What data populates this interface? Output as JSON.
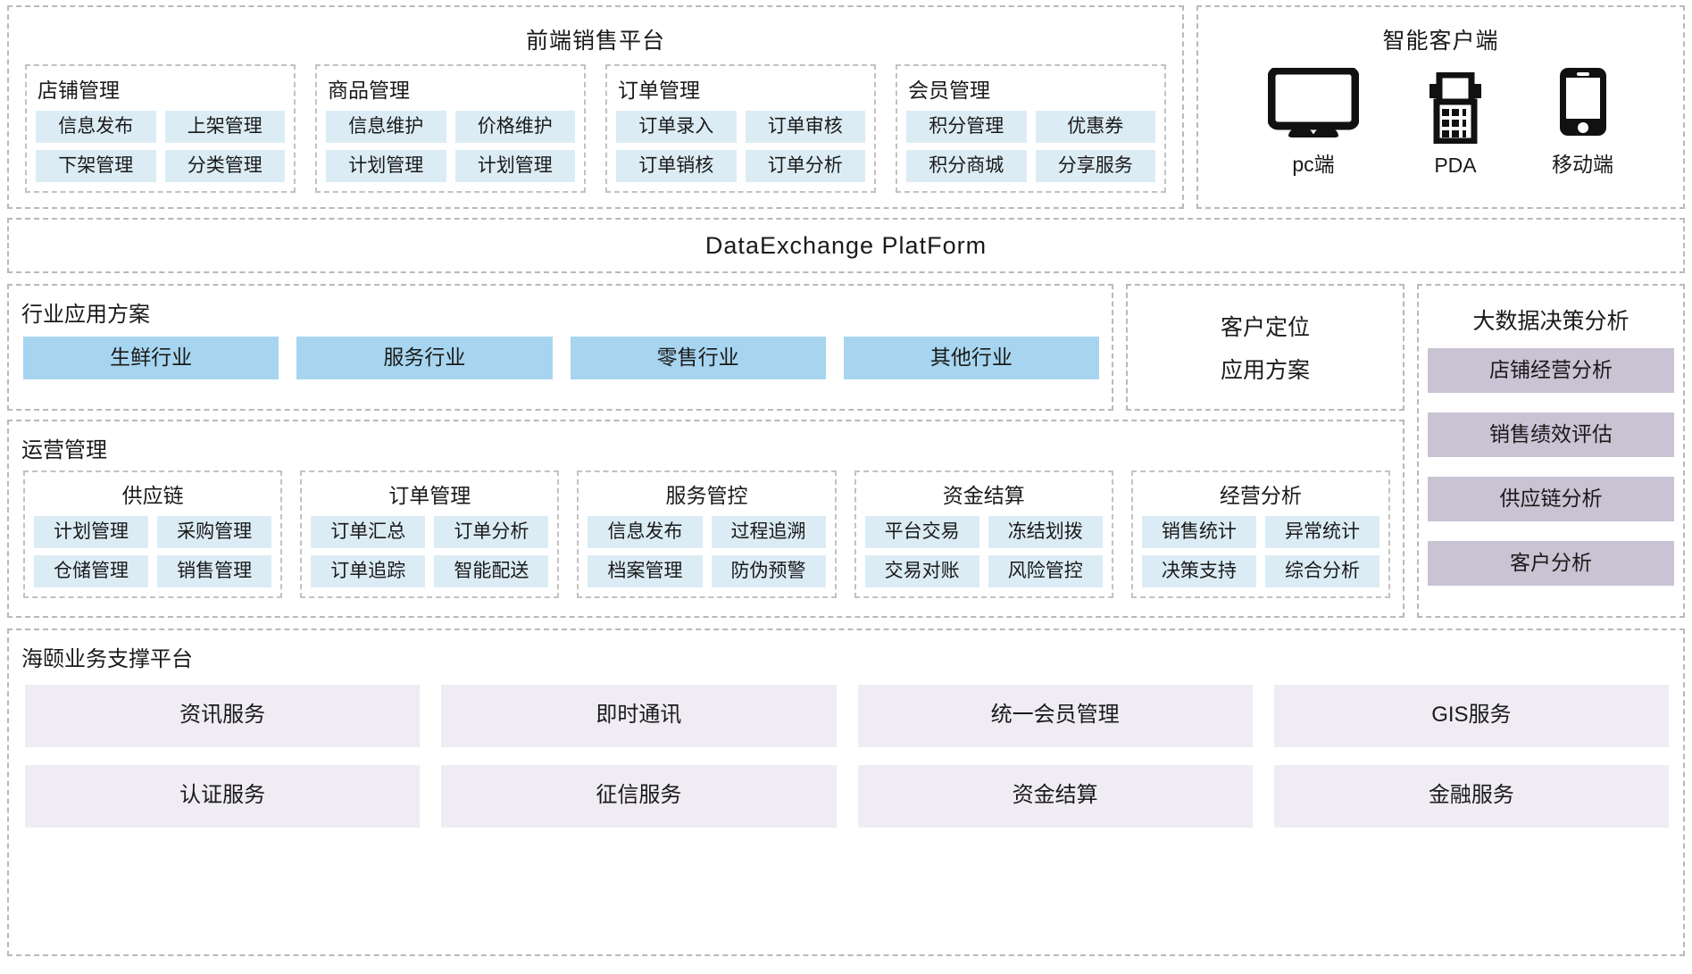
{
  "front_platform": {
    "title": "前端销售平台",
    "groups": [
      {
        "title": "店铺管理",
        "items": [
          "信息发布",
          "上架管理",
          "下架管理",
          "分类管理"
        ]
      },
      {
        "title": "商品管理",
        "items": [
          "信息维护",
          "价格维护",
          "计划管理",
          "计划管理"
        ]
      },
      {
        "title": "订单管理",
        "items": [
          "订单录入",
          "订单审核",
          "订单销核",
          "订单分析"
        ]
      },
      {
        "title": "会员管理",
        "items": [
          "积分管理",
          "优惠券",
          "积分商城",
          "分享服务"
        ]
      }
    ]
  },
  "smart_client": {
    "title": "智能客户端",
    "devices": [
      {
        "icon": "monitor-icon",
        "label": "pc端"
      },
      {
        "icon": "pda-icon",
        "label": "PDA"
      },
      {
        "icon": "mobile-phone-icon",
        "label": "移动端"
      }
    ]
  },
  "data_exchange": {
    "title": "DataExchange  PlatForm"
  },
  "industry": {
    "title": "行业应用方案",
    "items": [
      "生鲜行业",
      "服务行业",
      "零售行业",
      "其他行业"
    ]
  },
  "customer_location": {
    "line1": "客户定位",
    "line2": "应用方案"
  },
  "operations": {
    "title": "运营管理",
    "groups": [
      {
        "title": "供应链",
        "items": [
          "计划管理",
          "采购管理",
          "仓储管理",
          "销售管理"
        ]
      },
      {
        "title": "订单管理",
        "items": [
          "订单汇总",
          "订单分析",
          "订单追踪",
          "智能配送"
        ]
      },
      {
        "title": "服务管控",
        "items": [
          "信息发布",
          "过程追溯",
          "档案管理",
          "防伪预警"
        ]
      },
      {
        "title": "资金结算",
        "items": [
          "平台交易",
          "冻结划拨",
          "交易对账",
          "风险管控"
        ]
      },
      {
        "title": "经营分析",
        "items": [
          "销售统计",
          "异常统计",
          "决策支持",
          "综合分析"
        ]
      }
    ]
  },
  "bigdata": {
    "title": "大数据决策分析",
    "items": [
      "店铺经营分析",
      "销售绩效评估",
      "供应链分析",
      "客户分析"
    ]
  },
  "support_platform": {
    "title": "海颐业务支撑平台",
    "items": [
      "资讯服务",
      "即时通讯",
      "统一会员管理",
      "GIS服务",
      "认证服务",
      "征信服务",
      "资金结算",
      "金融服务"
    ]
  },
  "colors": {
    "chip_blue": "#dcecf5",
    "industry_blue": "#a7d5ef",
    "bigdata_purple": "#c9c3d4",
    "support_lavender": "#f0ecf3",
    "dash_border": "#b9b9b9"
  }
}
